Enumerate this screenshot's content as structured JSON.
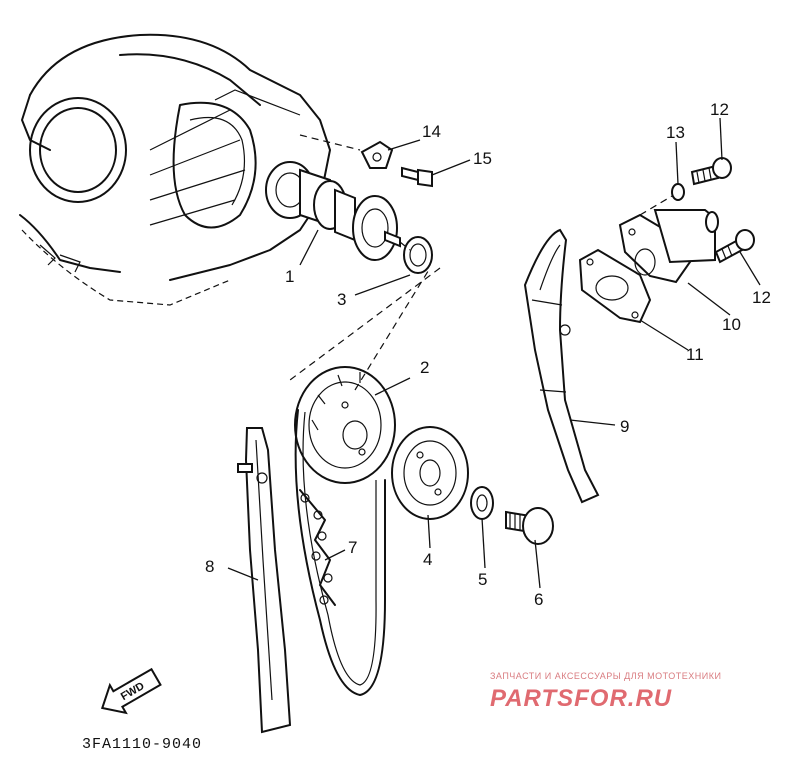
{
  "diagram_code": "3FA1110-9040",
  "fwd_label": "FWD",
  "watermark": {
    "tagline": "ЗАПЧАСТИ И АКСЕССУАРЫ ДЛЯ МОТОТЕХНИКИ",
    "brand": "PARTSFOR.RU"
  },
  "callouts": [
    "1",
    "2",
    "3",
    "4",
    "5",
    "6",
    "7",
    "8",
    "9",
    "10",
    "11",
    "12",
    "12",
    "13",
    "14",
    "15"
  ]
}
